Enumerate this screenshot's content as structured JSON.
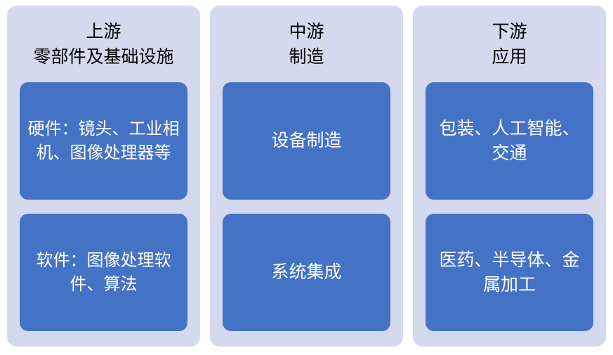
{
  "diagram": {
    "background": "#ffffff",
    "column_fill": "#d5d9ee",
    "node_fill": "#4472c4",
    "node_text_color": "#ffffff",
    "header_text_color": "#000000",
    "columns": [
      {
        "id": "upstream",
        "header_lines": [
          "上游",
          "零部件及基础设施"
        ],
        "nodes": [
          {
            "id": "hardware",
            "text": "硬件：镜头、工业相机、图像处理器等"
          },
          {
            "id": "software",
            "text": "软件：图像处理软件、算法"
          }
        ]
      },
      {
        "id": "midstream",
        "header_lines": [
          "中游",
          "制造"
        ],
        "nodes": [
          {
            "id": "equipment-manufacturing",
            "text": "设备制造"
          },
          {
            "id": "system-integration",
            "text": "系统集成"
          }
        ]
      },
      {
        "id": "downstream",
        "header_lines": [
          "下游",
          "应用"
        ],
        "nodes": [
          {
            "id": "applications-a",
            "text": "包装、人工智能、交通"
          },
          {
            "id": "applications-b",
            "text": "医药、半导体、金属加工"
          }
        ]
      }
    ]
  }
}
